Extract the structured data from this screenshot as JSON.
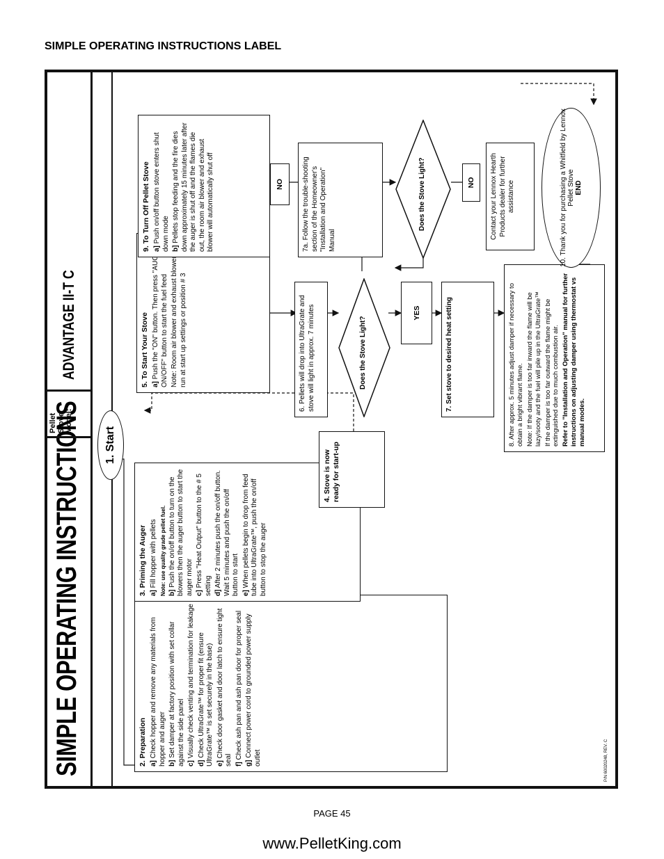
{
  "header": {
    "heading": "SIMPLE OPERATING INSTRUCTIONS LABEL"
  },
  "label": {
    "title": "SIMPLE OPERATING INSTRUCTIONS",
    "model_label": [
      "Pellet",
      "Stove",
      "Model:"
    ],
    "model_name": "ADVANTAGE II-T C",
    "part_number": "P/N 60020248, REV. C"
  },
  "steps": {
    "start": "1. Start",
    "prep": {
      "title": "2. Preparation",
      "items": [
        [
          "a]",
          "Check hopper and remove any materials from hopper and auger"
        ],
        [
          "b]",
          "Set damper at factory position with set collar against the side panel"
        ],
        [
          "c]",
          "Visually check venting and termination for leakage"
        ],
        [
          "d]",
          "Check UltraGrate™ for proper fit (ensure UltraGrate™ is set securely in the base)"
        ],
        [
          "e]",
          "Check door gasket and door latch to ensure tight seal"
        ],
        [
          "f]",
          "Check ash pan and ash pan door for proper seal"
        ],
        [
          "g]",
          "Connect power cord to grounded power supply outlet"
        ]
      ]
    },
    "prime": {
      "title": "3. Priming the Auger",
      "a": [
        "a]",
        "Fill hopper with pellets"
      ],
      "note": "Note: use quality grade pellet fuel.",
      "items": [
        [
          "b]",
          "Push the on/off button to turn on the blowers then the auger button to start the auger motor"
        ],
        [
          "c]",
          "Press \"Heat Output\" button to the # 5 setting"
        ],
        [
          "d]",
          "After 2 minutes push the on/off button. Wait 5 minutes and push the on/off button to start"
        ],
        [
          "e]",
          "When pellets begin to drop from feed tube into UltraGrate™, push the on/off button to stop the auger"
        ]
      ]
    },
    "ready": "4. Stove is now ready for start-up",
    "start_stove": {
      "title": "5. To Start Your Stove",
      "a": [
        "a]",
        "Push the \"ON\" button. Then press \"AUGER ON/OFF\" button to start the fuel feed"
      ],
      "note": "Note: Room air blower and exhaust blower will run at start up settings or position # 3"
    },
    "pellets_drop": "6. Pellets will drop into UltraGrate and stove will light in approx. 7 minutes",
    "diamond1": "Does the Stove Light?",
    "yes": "YES",
    "no1": "NO",
    "set_heat": "7. Set stove to desired heat setting",
    "troubleshoot": "7a. Follow the trouble-shooting section of the Homeowner's \"Installation and Operation\" Manual",
    "diamond2": "Does the Stove Light?",
    "no2": "NO",
    "contact": "Contact your Lennox Hearth Products dealer for further assistance",
    "adjust": {
      "main": "8. After approx. 5 minutes adjust damper if necessary to obtain a bright vibrant flame.",
      "note1": "Note: If the damper is too far inward the flame will be lazy/sooty and the fuel will pile up in the UltraGrate™",
      "note2": "If the damper is too far outward the flame might be extinguished due to much combustion air.",
      "refer": "Refer to \"Installation and Operation\" manual for further instructions on adjusting damper using thermostat vs manual modes."
    },
    "turn_off": {
      "title": "9. To Turn Off Pellet Stove",
      "a": [
        "a]",
        "Push on/off button stove enters shut down mode"
      ],
      "b": [
        "b]",
        "Pellets stop feeding and the fire dies down approximately 15 minutes later after the auger is shut off and the flames die out, the room air blower and exhaust blower will automatically shut off"
      ]
    },
    "end": {
      "text": "10. Thank you for purchasing a Whitfield by Lennox Pellet Stove",
      "end": "END"
    }
  },
  "footer": {
    "page": "PAGE 45",
    "url": "www.PelletKing.com"
  }
}
